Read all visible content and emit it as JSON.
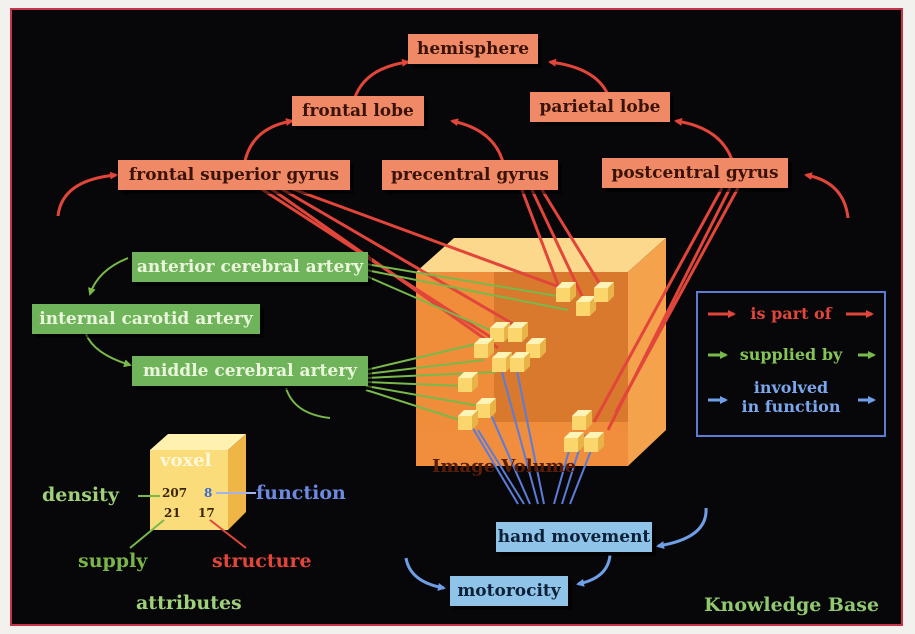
{
  "structure_nodes": {
    "hemisphere": "hemisphere",
    "frontal_lobe": "frontal lobe",
    "parietal_lobe": "parietal lobe",
    "frontal_superior_gyrus": "frontal superior gyrus",
    "precentral_gyrus": "precentral gyrus",
    "postcentral_gyrus": "postcentral gyrus"
  },
  "artery_nodes": {
    "anterior": "anterior cerebral artery",
    "internal": "internal carotid artery",
    "middle": "middle cerebral artery"
  },
  "function_nodes": {
    "hand_movement": "hand movement",
    "motorocity": "motorocity"
  },
  "volume_label": "Image Volume",
  "voxel": {
    "title": "voxel",
    "density_value": "207",
    "function_value": "8",
    "supply_value": "21",
    "structure_value": "17",
    "density_label": "density",
    "function_label": "function",
    "supply_label": "supply",
    "structure_label": "structure",
    "attributes_label": "attributes"
  },
  "legend": {
    "is_part_of": "is part of",
    "supplied_by": "supplied by",
    "involved_line1": "involved",
    "involved_line2": "in function"
  },
  "corner_label": "Knowledge Base",
  "colors": {
    "structure": "#e2463a",
    "supply": "#79b84a",
    "function": "#5b7cd8",
    "background": "#070608"
  }
}
